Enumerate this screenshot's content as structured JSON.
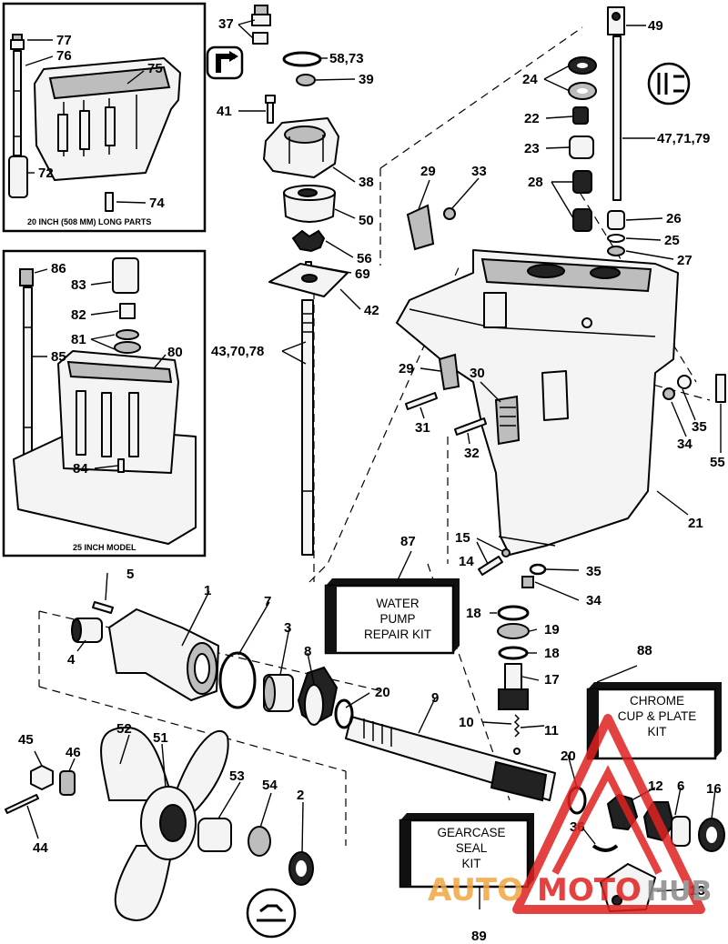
{
  "insets": {
    "top_caption": "20 INCH (508 MM) LONG PARTS",
    "bottom_caption": "25 INCH MODEL"
  },
  "callouts": [
    {
      "id": "c77",
      "label": "77"
    },
    {
      "id": "c76",
      "label": "76"
    },
    {
      "id": "c75",
      "label": "75"
    },
    {
      "id": "c72",
      "label": "72"
    },
    {
      "id": "c74",
      "label": "74"
    },
    {
      "id": "c86",
      "label": "86"
    },
    {
      "id": "c83",
      "label": "83"
    },
    {
      "id": "c82",
      "label": "82"
    },
    {
      "id": "c81",
      "label": "81"
    },
    {
      "id": "c80",
      "label": "80"
    },
    {
      "id": "c85",
      "label": "85"
    },
    {
      "id": "c84",
      "label": "84"
    },
    {
      "id": "c37",
      "label": "37"
    },
    {
      "id": "c58",
      "label": "58,73"
    },
    {
      "id": "c39",
      "label": "39"
    },
    {
      "id": "c41",
      "label": "41"
    },
    {
      "id": "c38",
      "label": "38"
    },
    {
      "id": "c50",
      "label": "50"
    },
    {
      "id": "c56",
      "label": "56"
    },
    {
      "id": "c69",
      "label": "69"
    },
    {
      "id": "c42",
      "label": "42"
    },
    {
      "id": "c43",
      "label": "43,70,78"
    },
    {
      "id": "c49",
      "label": "49"
    },
    {
      "id": "c24",
      "label": "24"
    },
    {
      "id": "c22",
      "label": "22"
    },
    {
      "id": "c47",
      "label": "47,71,79"
    },
    {
      "id": "c23",
      "label": "23"
    },
    {
      "id": "c28",
      "label": "28"
    },
    {
      "id": "c26",
      "label": "26"
    },
    {
      "id": "c25",
      "label": "25"
    },
    {
      "id": "c27",
      "label": "27"
    },
    {
      "id": "c29a",
      "label": "29"
    },
    {
      "id": "c33",
      "label": "33"
    },
    {
      "id": "c29b",
      "label": "29"
    },
    {
      "id": "c30",
      "label": "30"
    },
    {
      "id": "c31",
      "label": "31"
    },
    {
      "id": "c32",
      "label": "32"
    },
    {
      "id": "c35a",
      "label": "35"
    },
    {
      "id": "c34a",
      "label": "34"
    },
    {
      "id": "c55",
      "label": "55"
    },
    {
      "id": "c21",
      "label": "21"
    },
    {
      "id": "c15",
      "label": "15"
    },
    {
      "id": "c14",
      "label": "14"
    },
    {
      "id": "c35b",
      "label": "35"
    },
    {
      "id": "c34b",
      "label": "34"
    },
    {
      "id": "c87",
      "label": "87"
    },
    {
      "id": "c18a",
      "label": "18"
    },
    {
      "id": "c19",
      "label": "19"
    },
    {
      "id": "c18b",
      "label": "18"
    },
    {
      "id": "c17",
      "label": "17"
    },
    {
      "id": "c5",
      "label": "5"
    },
    {
      "id": "c1",
      "label": "1"
    },
    {
      "id": "c7",
      "label": "7"
    },
    {
      "id": "c4",
      "label": "4"
    },
    {
      "id": "c3",
      "label": "3"
    },
    {
      "id": "c8",
      "label": "8"
    },
    {
      "id": "c20a",
      "label": "20"
    },
    {
      "id": "c9",
      "label": "9"
    },
    {
      "id": "c10",
      "label": "10"
    },
    {
      "id": "c11",
      "label": "11"
    },
    {
      "id": "c20b",
      "label": "20"
    },
    {
      "id": "c88",
      "label": "88"
    },
    {
      "id": "c12",
      "label": "12"
    },
    {
      "id": "c6",
      "label": "6"
    },
    {
      "id": "c16",
      "label": "16"
    },
    {
      "id": "c36",
      "label": "36"
    },
    {
      "id": "c13",
      "label": "13"
    },
    {
      "id": "c45",
      "label": "45"
    },
    {
      "id": "c46",
      "label": "46"
    },
    {
      "id": "c52",
      "label": "52"
    },
    {
      "id": "c51",
      "label": "51"
    },
    {
      "id": "c53",
      "label": "53"
    },
    {
      "id": "c54",
      "label": "54"
    },
    {
      "id": "c2",
      "label": "2"
    },
    {
      "id": "c44",
      "label": "44"
    },
    {
      "id": "c89",
      "label": "89"
    }
  ],
  "kits": {
    "water_pump": [
      "WATER",
      "PUMP",
      "REPAIR KIT"
    ],
    "chrome_cup": [
      "CHROME",
      "CUP & PLATE",
      "KIT"
    ],
    "gearcase_seal": [
      "GEARCASE",
      "SEAL",
      "KIT"
    ]
  },
  "watermark": {
    "part1": "AUTO",
    "part2": "MOTO",
    "part3": "HUB",
    "colors": {
      "red": "#e02020",
      "orange": "#f2a640",
      "gray": "#8a8a8a"
    }
  }
}
